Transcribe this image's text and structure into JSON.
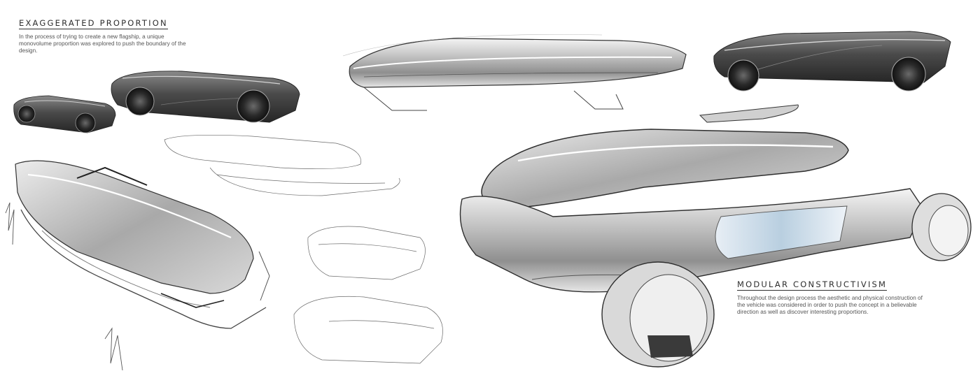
{
  "sections": {
    "exaggerated": {
      "heading": "EXAGGERATED PROPORTION",
      "body": "In the process of trying to create a new flagship, a unique monovolume proportion was explored to push the boundary of the design."
    },
    "modular": {
      "heading": "MODULAR CONSTRUCTIVISM",
      "body": "Throughout the design process the aesthetic and physical construction of the vehicle was considered in order to push the concept in a believable direction as well as discover interesting proportions."
    }
  },
  "palette": {
    "ink": "#2e2e2e",
    "shadow": "#3c3c3c",
    "mid_grey": "#9a9a9a",
    "light_grey": "#d8d8d8",
    "glass_blue": "#b9cfe0",
    "paper": "#ffffff"
  }
}
